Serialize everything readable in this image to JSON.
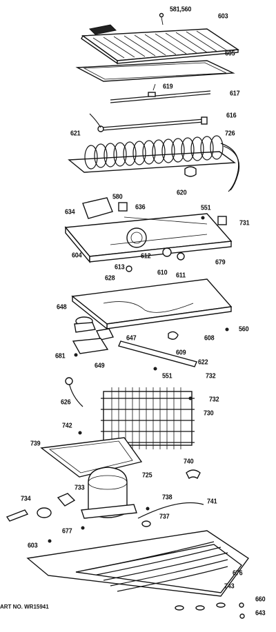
{
  "callouts": {
    "c581_560": "581,560",
    "c603_top": "603",
    "c605": "605",
    "c619": "619",
    "c617": "617",
    "c616": "616",
    "c621": "621",
    "c726": "726",
    "c620": "620",
    "c580": "580",
    "c636": "636",
    "c634": "634",
    "c551_top": "551",
    "c731": "731",
    "c604": "604",
    "c612": "612",
    "c613": "613",
    "c628": "628",
    "c610": "610",
    "c611": "611",
    "c679": "679",
    "c648": "648",
    "c647": "647",
    "c608": "608",
    "c560": "560",
    "c681": "681",
    "c649": "649",
    "c609": "609",
    "c622": "622",
    "c551_mid": "551",
    "c732_a": "732",
    "c626": "626",
    "c732_b": "732",
    "c730": "730",
    "c742": "742",
    "c739": "739",
    "c740": "740",
    "c725": "725",
    "c734": "734",
    "c733": "733",
    "c738": "738",
    "c741": "741",
    "c737": "737",
    "c677": "677",
    "c603_bot": "603",
    "c676": "676",
    "c743": "743",
    "c660": "660",
    "c643": "643"
  },
  "caption": "ART NO. WR15941"
}
